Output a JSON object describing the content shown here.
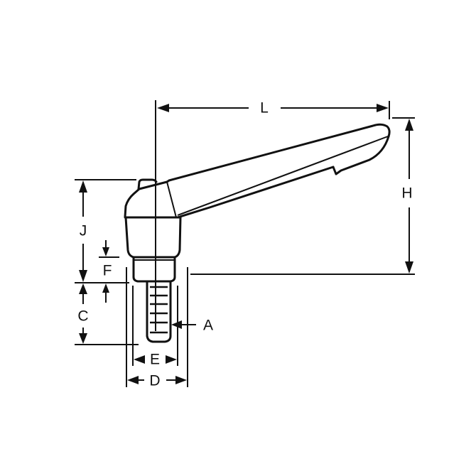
{
  "figure": {
    "subject": "Adjustable clamping lever with threaded stud",
    "line_color": "#111111",
    "background": "#ffffff"
  },
  "dimensions": {
    "L": "L",
    "H": "H",
    "J": "J",
    "F": "F",
    "C": "C",
    "A": "A",
    "E": "E",
    "D": "D"
  }
}
